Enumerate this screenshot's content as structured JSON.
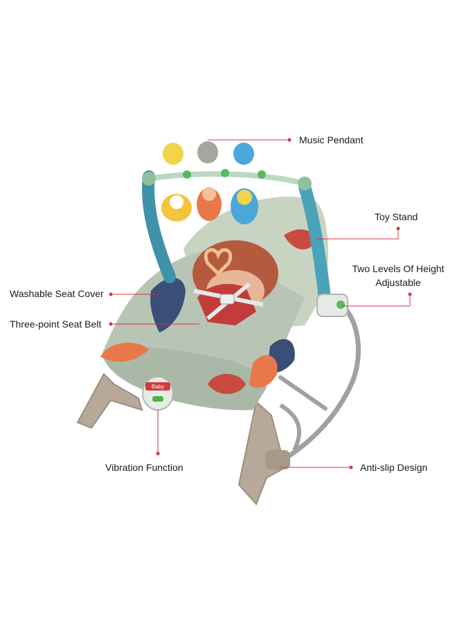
{
  "callouts": {
    "music_pendant": "Music Pendant",
    "toy_stand": "Toy Stand",
    "height_line1": "Two Levels Of Height",
    "height_line2": "Adjustable",
    "washable_seat_cover": "Washable Seat Cover",
    "seat_belt": "Three-point Seat Belt",
    "vibration_function": "Vibration Function",
    "anti_slip": "Anti-slip Design"
  },
  "brand_badge": "Baby",
  "colors": {
    "leader_line": "#d9333f",
    "leader_dot": "#d9333f",
    "frame": "#b9aa9c",
    "seat_fabric": "#b7c4b4",
    "toy_bar": "#4aa3b8",
    "squirrel": "#b55a3f",
    "leaf_orange": "#e8784a",
    "leaf_blue": "#3a4e78"
  }
}
